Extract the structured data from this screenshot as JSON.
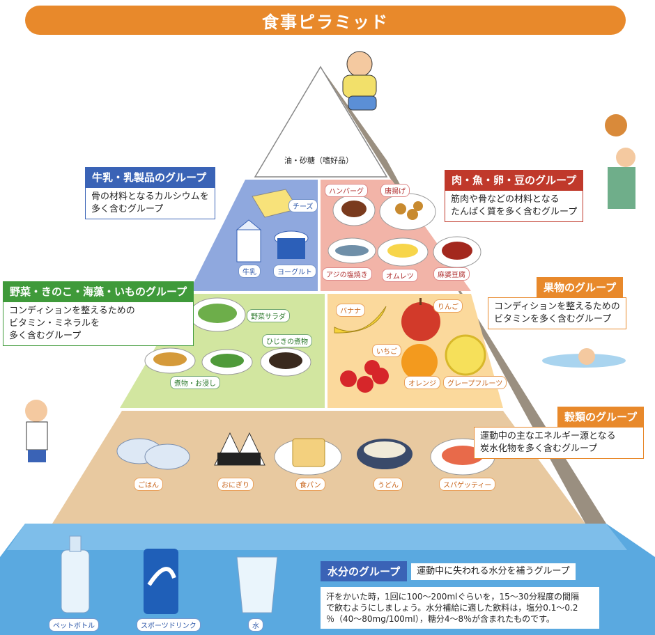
{
  "title": "食事ピラミッド",
  "apex": {
    "label": "油・砂糖（嗜好品）"
  },
  "groups": {
    "dairy": {
      "title": "牛乳・乳製品のグループ",
      "desc_1": "骨の材料となるカルシウムを",
      "desc_2": "多く含むグループ",
      "foods": [
        "チーズ",
        "牛乳",
        "ヨーグルト"
      ]
    },
    "protein": {
      "title": "肉・魚・卵・豆のグループ",
      "desc_1": "筋肉や骨などの材料となる",
      "desc_2": "たんぱく質を多く含むグループ",
      "foods": [
        "ハンバーグ",
        "唐揚げ",
        "アジの塩焼き",
        "オムレツ",
        "麻婆豆腐"
      ]
    },
    "vegetables": {
      "title": "野菜・きのこ・海藻・いものグループ",
      "desc_1": "コンディションを整えるための",
      "desc_2": "ビタミン・ミネラルを",
      "desc_3": "多く含むグループ",
      "foods": [
        "野菜サラダ",
        "ひじきの煮物",
        "煮物・お浸し"
      ]
    },
    "fruits": {
      "title": "果物のグループ",
      "desc_1": "コンディションを整えるための",
      "desc_2": "ビタミンを多く含むグループ",
      "foods": [
        "バナナ",
        "りんご",
        "いちご",
        "オレンジ",
        "グレープフルーツ"
      ]
    },
    "grains": {
      "title": "穀類のグループ",
      "desc_1": "運動中の主なエネルギー源となる",
      "desc_2": "炭水化物を多く含むグループ",
      "foods": [
        "ごはん",
        "おにぎり",
        "食パン",
        "うどん",
        "スパゲッティー"
      ]
    },
    "water": {
      "title": "水分のグループ",
      "subtitle": "運動中に失われる水分を補うグループ",
      "desc_1": "汗をかいた時，1回に100〜200mlぐらいを，15〜30分程度の間隔",
      "desc_2": "で飲むようにしましょう。水分補給に適した飲料は，塩分0.1〜0.2",
      "desc_3": "％（40〜80mg/100ml），糖分4〜8％が含まれたものです。",
      "foods": [
        "ペットボトル",
        "スポーツドリンク",
        "水"
      ]
    }
  },
  "colors": {
    "banner": "#e8892b",
    "dairy": "#3a63b6",
    "protein": "#c0392b",
    "vegetables": "#3f9a3a",
    "fruits": "#e8892b",
    "grains": "#e8892b",
    "water": "#3a63b6"
  }
}
